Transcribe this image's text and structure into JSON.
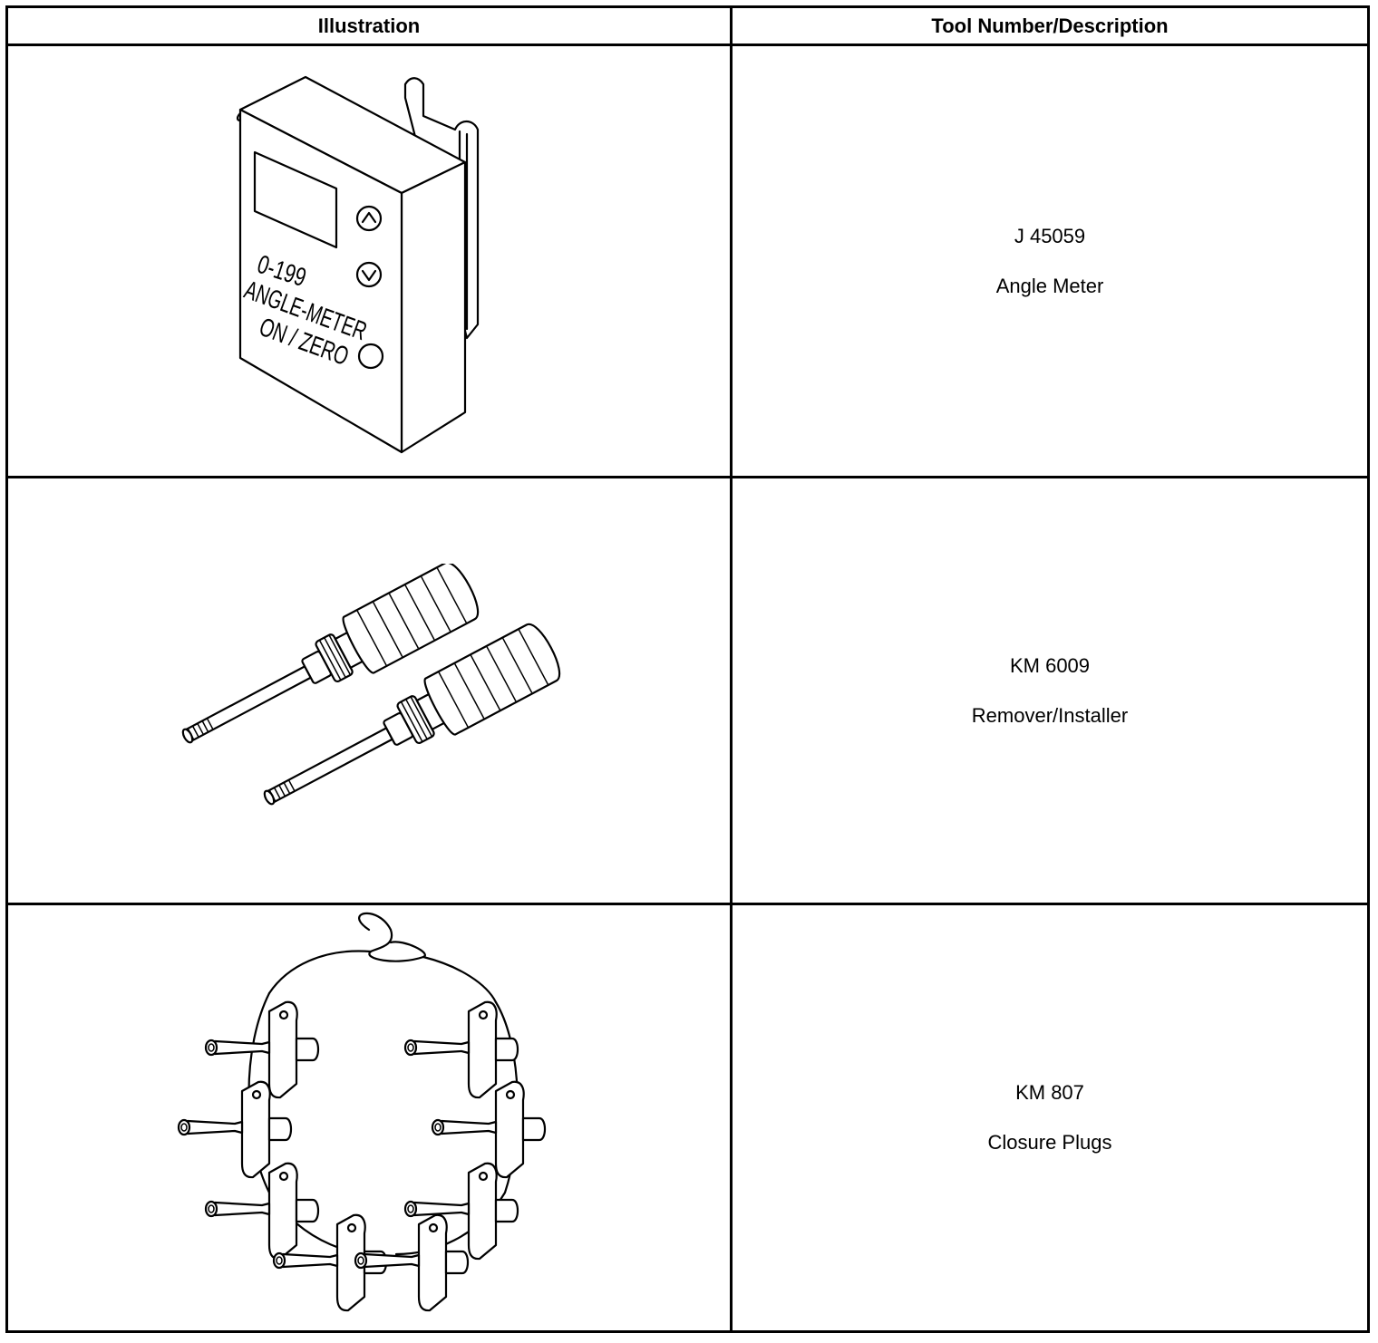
{
  "table": {
    "headers": {
      "illustration": "Illustration",
      "description": "Tool Number/Description"
    },
    "rows": [
      {
        "tool_number": "J 45059",
        "tool_name": "Angle Meter",
        "illustration_icon": "angle-meter-icon",
        "device_text": [
          "0-199",
          "ANGLE-METER",
          "ON / ZERO"
        ]
      },
      {
        "tool_number": "KM 6009",
        "tool_name": "Remover/Installer",
        "illustration_icon": "remover-installer-icon"
      },
      {
        "tool_number": "KM 807",
        "tool_name": "Closure Plugs",
        "illustration_icon": "closure-plugs-icon"
      }
    ]
  }
}
